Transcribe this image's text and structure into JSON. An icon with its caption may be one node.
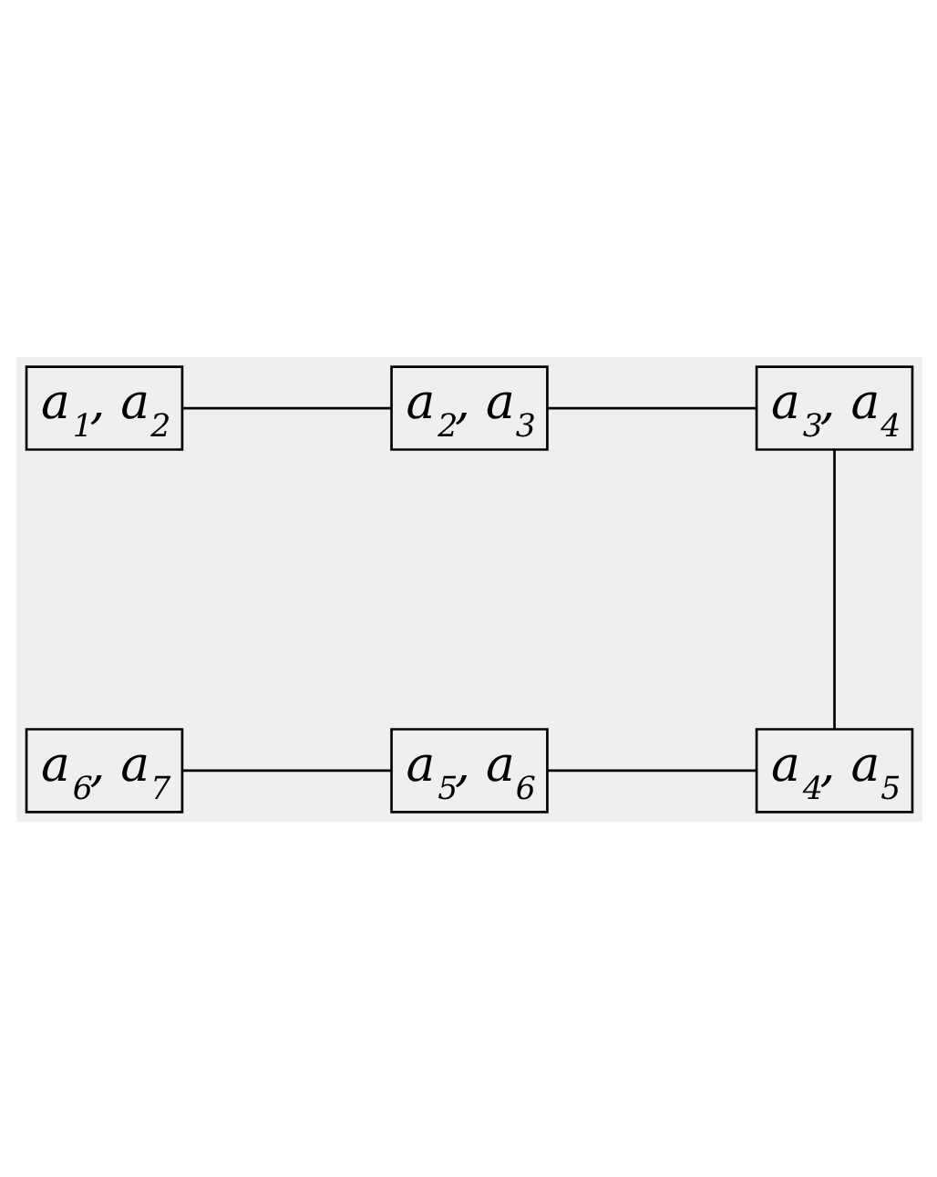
{
  "diagram": {
    "nodes": [
      {
        "text": [
          "a$_{1}$, a$_{2}$"
        ]
      },
      {
        "text": [
          "a$_{2}$, a$_{3}$"
        ]
      },
      {
        "text": [
          "a$_{3}$, a$_{4}$"
        ]
      },
      {
        "text": [
          "a$_{4}$, a$_{5}$"
        ]
      },
      {
        "text": [
          "a$_{5}$, a$_{6}$"
        ]
      },
      {
        "text": [
          "a$_{6}$, a$_{7}$"
        ]
      }
    ],
    "edges": [
      {
        "from": 0,
        "to": 1,
        "arrow": "none"
      },
      {
        "from": 1,
        "to": 2,
        "arrow": "none"
      },
      {
        "from": 2,
        "to": 3,
        "arrow": "none"
      },
      {
        "from": 3,
        "to": 4,
        "arrow": "none"
      },
      {
        "from": 4,
        "to": 5,
        "arrow": "none"
      }
    ]
  }
}
